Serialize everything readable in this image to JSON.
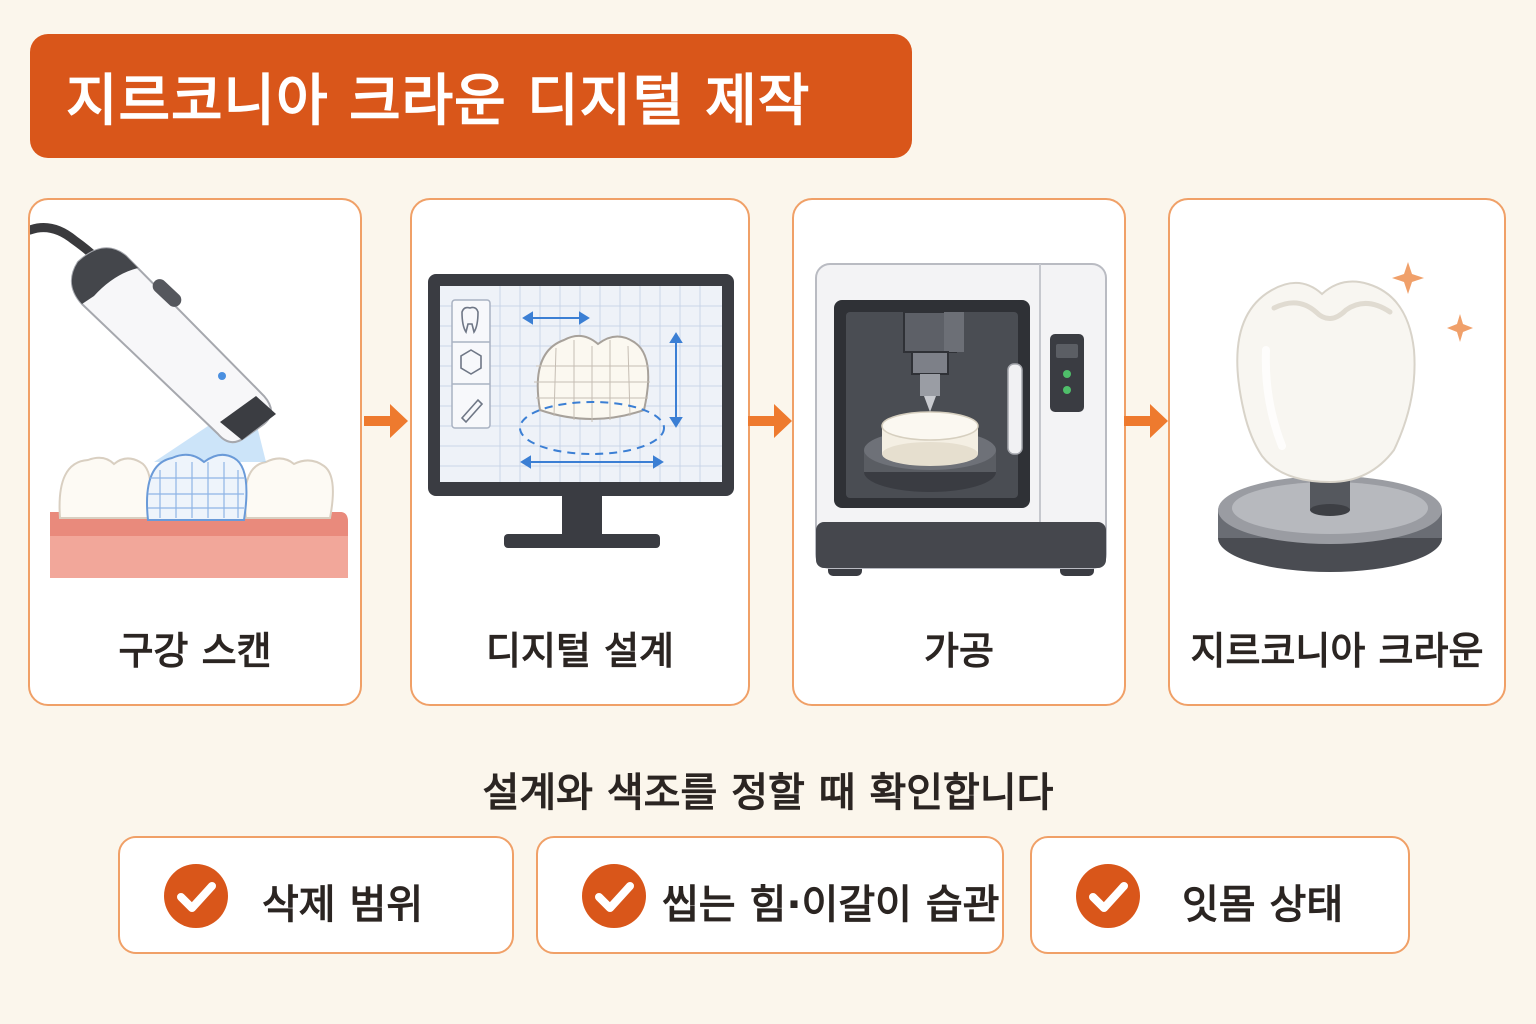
{
  "title": "지르코니아 크라운 디지털 제작",
  "steps": [
    {
      "label": "구강 스캔",
      "icon": "intraoral-scanner-icon"
    },
    {
      "label": "디지털 설계",
      "icon": "cad-monitor-icon"
    },
    {
      "label": "가공",
      "icon": "milling-machine-icon"
    },
    {
      "label": "지르코니아 크라운",
      "icon": "zirconia-crown-icon"
    }
  ],
  "subtitle": "설계와 색조를 정할 때 확인합니다",
  "checks": [
    {
      "label": "삭제 범위"
    },
    {
      "label": "씹는 힘·이갈이 습관"
    },
    {
      "label": "잇몸 상태"
    }
  ],
  "colors": {
    "accent": "#d9561a",
    "arrow": "#ee7a2e",
    "card_border": "#f0a067",
    "background": "#fbf6ec"
  }
}
